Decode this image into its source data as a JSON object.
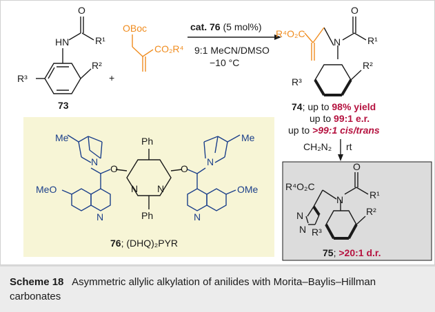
{
  "reagent": {
    "catalyst_label": "cat. 76",
    "catalyst_loading": "(5 mol%)",
    "solvent": "9:1 MeCN/DMSO",
    "temperature": "−10 °C"
  },
  "compounds": {
    "anilide_label": "73",
    "plus": "+",
    "product74_label": "74",
    "product75_label": "75",
    "catalyst_label": "76",
    "catalyst_name": "; (DHQ)₂PYR"
  },
  "atoms": {
    "HN": "HN",
    "O": "O",
    "R1": "R¹",
    "R2": "R²",
    "R3": "R³",
    "R4O2C": "R⁴O₂C",
    "OBoc": "OBoc",
    "CO2R4": "CO₂R⁴",
    "N": "N",
    "Me": "Me",
    "MeO": "MeO",
    "OMe": "OMe",
    "Ph": "Ph"
  },
  "results74": {
    "yield_prefix": "; up to ",
    "yield_value": "98% yield",
    "er_prefix": "up to ",
    "er_value": "99:1 e.r.",
    "cistrans_prefix": "up to ",
    "cistrans_value": ">99:1 cis/trans"
  },
  "step2": {
    "reagent": "CH₂N₂",
    "condition": "rt"
  },
  "results75": {
    "dr_prefix": "; ",
    "dr_value": ">20:1 d.r."
  },
  "caption": {
    "label": "Scheme 18",
    "text": "Asymmetric allylic alkylation of anilides with Morita–Baylis–Hillman carbonates"
  },
  "colors": {
    "accent_red": "#b5123f",
    "orange": "#f08c1e",
    "blue": "#1b3f8a",
    "catalyst_bg": "#f7f5d6",
    "product_bg": "#dcdcdc",
    "caption_bg": "#ececec"
  }
}
